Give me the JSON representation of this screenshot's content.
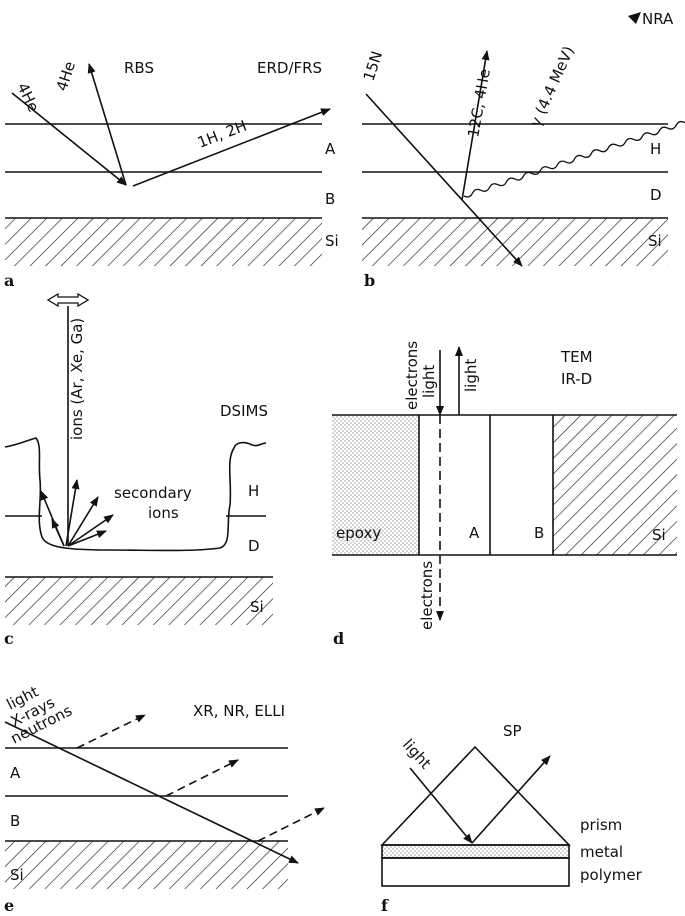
{
  "panels": {
    "a": {
      "letter": "a",
      "technique_left": "RBS",
      "technique_right": "ERD/FRS",
      "beam_in": "4He",
      "beam_out": "4He",
      "recoil": "1H, 2H",
      "layers": [
        "A",
        "B",
        "Si"
      ]
    },
    "b": {
      "letter": "b",
      "technique": "NRA",
      "beam_in": "15N",
      "products": "12C, 4He",
      "gamma": "γ (4.4 MeV)",
      "layers": [
        "H",
        "D",
        "Si"
      ]
    },
    "c": {
      "letter": "c",
      "technique": "DSIMS",
      "ions": "ions (Ar, Xe, Ga)",
      "secondary_line1": "secondary",
      "secondary_line2": "ions",
      "layers": [
        "H",
        "D",
        "Si"
      ]
    },
    "d": {
      "letter": "d",
      "technique_line1": "TEM",
      "technique_line2": "IR-D",
      "electrons_light_line1": "electrons",
      "electrons_light_line2": "light",
      "light_out": "light",
      "electrons_out": "electrons",
      "regions": [
        "epoxy",
        "A",
        "B",
        "Si"
      ]
    },
    "e": {
      "letter": "e",
      "technique": "XR, NR, ELLI",
      "probe_line1": "light",
      "probe_line2": "X-rays",
      "probe_line3": "neutrons",
      "layers": [
        "A",
        "B",
        "Si"
      ]
    },
    "f": {
      "letter": "f",
      "technique": "SP",
      "light": "light",
      "layers": [
        "prism",
        "metal",
        "polymer"
      ]
    }
  }
}
